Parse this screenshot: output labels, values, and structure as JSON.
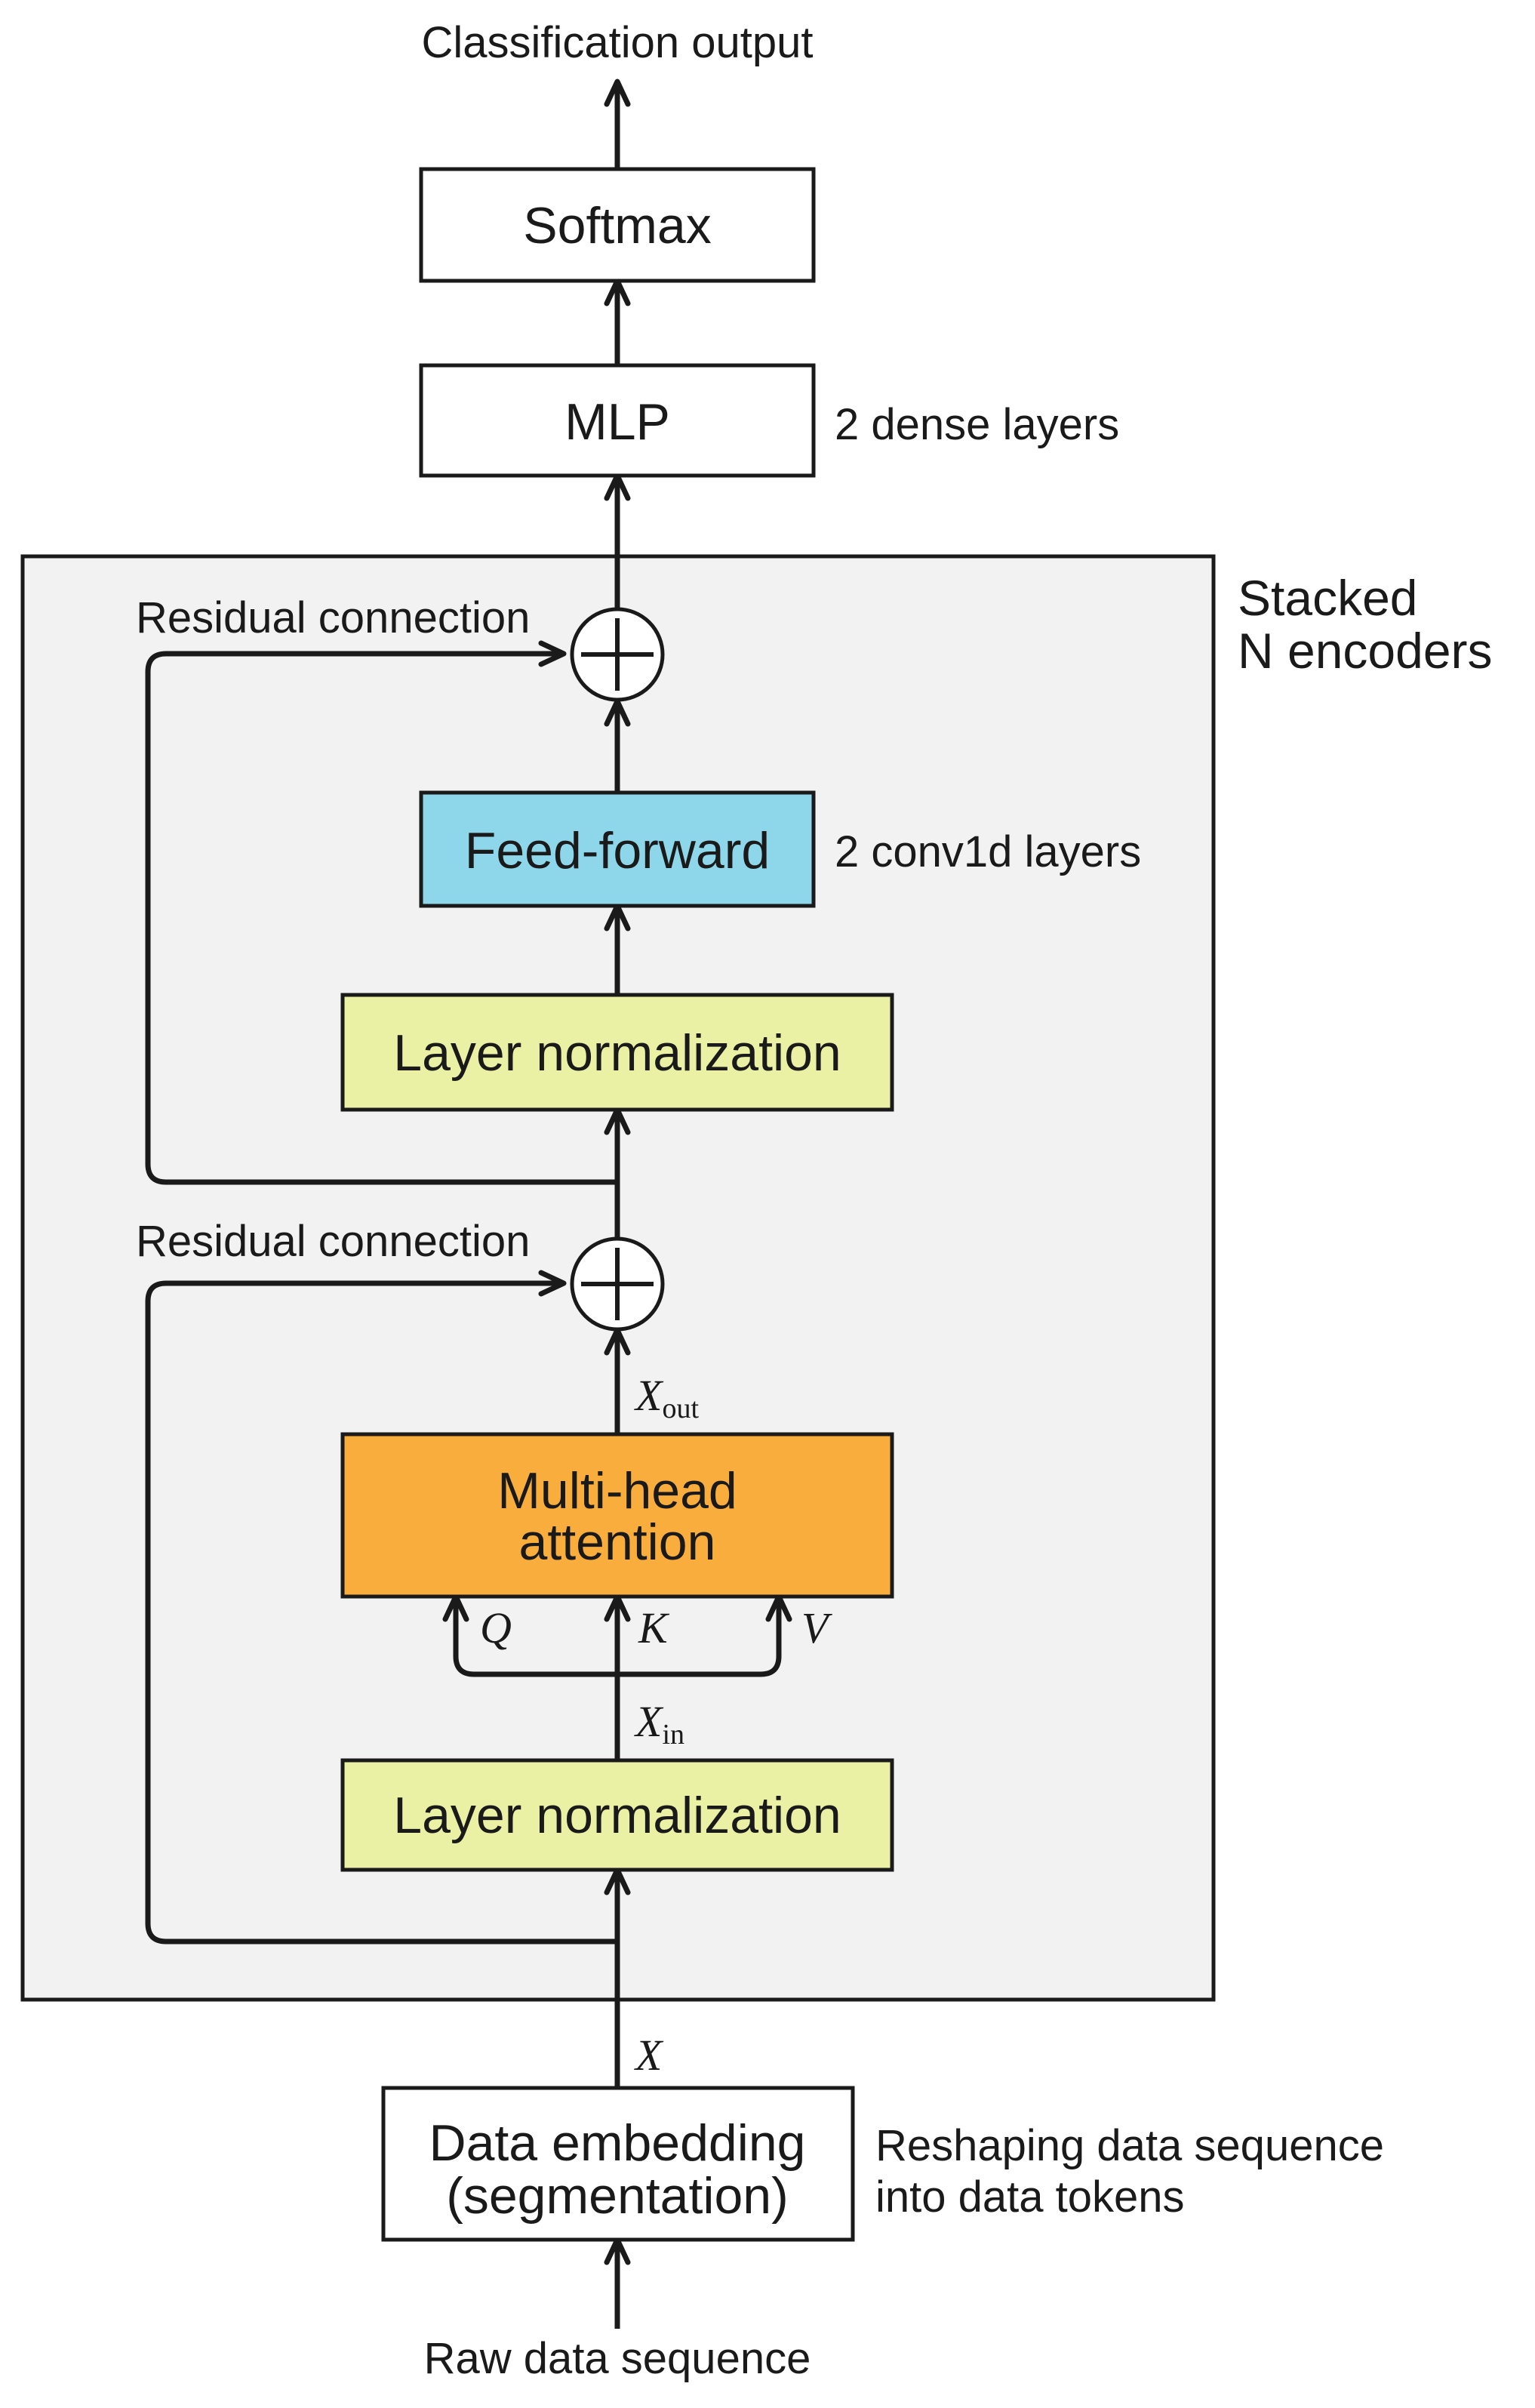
{
  "diagram": {
    "output_label": "Classification output",
    "input_label": "Raw data sequence",
    "softmax": {
      "label": "Softmax"
    },
    "mlp": {
      "label": "MLP",
      "note": "2 dense layers"
    },
    "encoder_stack": {
      "label_line1": "Stacked",
      "label_line2": "N encoders",
      "background_color": "#f2f2f2"
    },
    "residual_top": {
      "label": "Residual connection"
    },
    "residual_bottom": {
      "label": "Residual connection"
    },
    "feed_forward": {
      "label": "Feed-forward",
      "note": "2 conv1d layers",
      "color": "#8ed7ea"
    },
    "layer_norm_top": {
      "label": "Layer normalization",
      "color": "#eaf0a4"
    },
    "layer_norm_bottom": {
      "label": "Layer normalization",
      "color": "#eaf0a4"
    },
    "attention": {
      "label_line1": "Multi-head",
      "label_line2": "attention",
      "color": "#f9ad3c"
    },
    "qkv": {
      "q": "Q",
      "k": "K",
      "v": "V"
    },
    "x_out": {
      "base": "X",
      "sub": "out"
    },
    "x_in": {
      "base": "X",
      "sub": "in"
    },
    "x": {
      "base": "X"
    },
    "embedding": {
      "label_line1": "Data embedding",
      "label_line2": "(segmentation)",
      "note_line1": "Reshaping data sequence",
      "note_line2": "into data tokens"
    }
  }
}
